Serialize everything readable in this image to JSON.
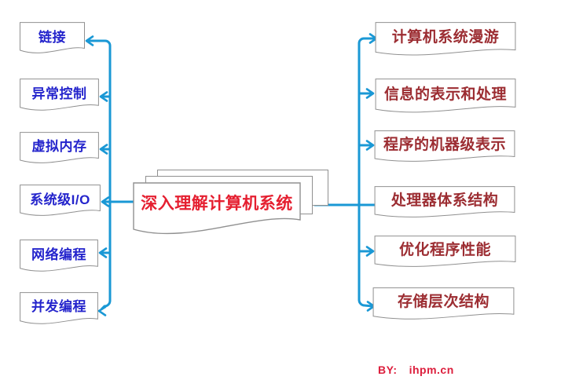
{
  "diagram": {
    "center": {
      "title": "深入理解计算机系统"
    },
    "left_branches": [
      {
        "label": "链接"
      },
      {
        "label": "异常控制"
      },
      {
        "label": "虚拟内存"
      },
      {
        "label": "系统级I/O"
      },
      {
        "label": "网络编程"
      },
      {
        "label": "并发编程"
      }
    ],
    "right_branches": [
      {
        "label": "计算机系统漫游"
      },
      {
        "label": "信息的表示和处理"
      },
      {
        "label": "程序的机器级表示"
      },
      {
        "label": "处理器体系结构"
      },
      {
        "label": "优化程序性能"
      },
      {
        "label": "存储层次结构"
      }
    ],
    "credit": {
      "prefix": "BY:",
      "site": "ihpm.cn"
    },
    "colors": {
      "connector": "#1a98d5",
      "left_label": "#2424cc",
      "right_label": "#9c2d32",
      "center_title": "#e51f30",
      "credit": "#dc1e3c",
      "box_border": "#909090"
    }
  }
}
